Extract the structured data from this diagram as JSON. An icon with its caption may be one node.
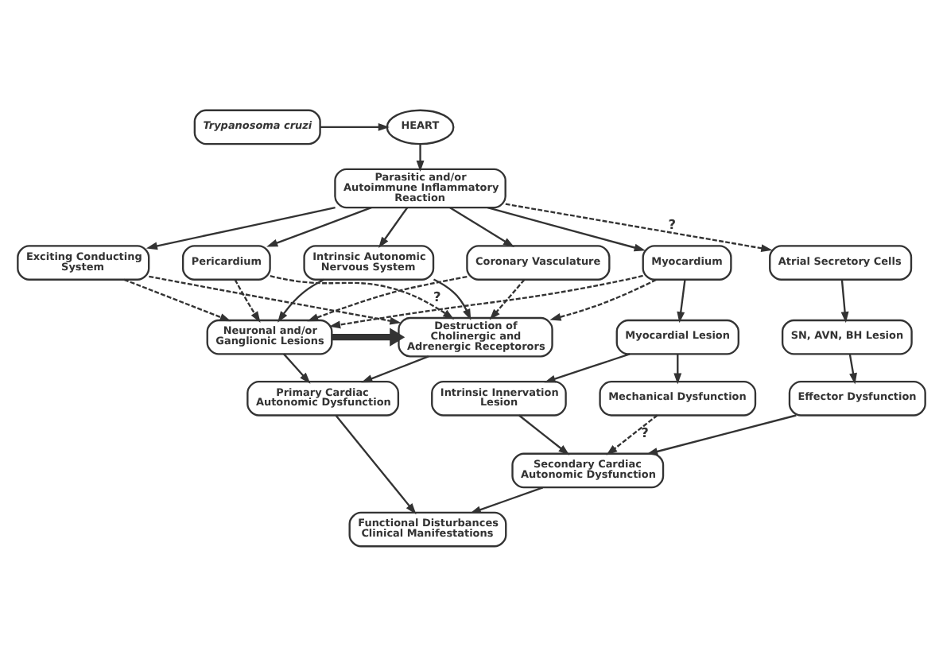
{
  "diagram": {
    "nodes": [
      {
        "text": [
          "Trypanosoma cruzi"
        ]
      },
      {
        "text": [
          "HEART"
        ]
      },
      {
        "text": [
          "Parasitic and/or Autoimmune Inflammatory Reaction"
        ]
      },
      {
        "text": [
          "Intrinsic Autonomic Nervous System"
        ]
      },
      {
        "text": [
          "Exciting Conducting System"
        ]
      },
      {
        "text": [
          "Coronary Vasculature"
        ]
      },
      {
        "text": [
          "Pericardium"
        ]
      },
      {
        "text": [
          "Myocardium"
        ]
      },
      {
        "text": [
          "Atrial Secretory Cells"
        ]
      },
      {
        "text": [
          "Neuronal and/or Ganglionic Lesions"
        ]
      },
      {
        "text": [
          "Destruction of Cholinergic and Adrenergic Receptorors"
        ]
      },
      {
        "text": [
          "Myocardial Lesion"
        ]
      },
      {
        "text": [
          "SN, AVN, BH Lesion"
        ]
      },
      {
        "text": [
          "Intrinsic Innervation Lesion"
        ]
      },
      {
        "text": [
          "Mechanical Dysfunction"
        ]
      },
      {
        "text": [
          "Effector Dysfunction"
        ]
      },
      {
        "text": [
          "Primary Cardiac Autonomic Dysfunction"
        ]
      },
      {
        "text": [
          "Secondary Cardiac Autonomic Dysfunction"
        ]
      },
      {
        "text": [
          "Functional Disturbances Clinical Manifestations"
        ]
      }
    ],
    "edges": [
      {
        "from": 0,
        "to": 1,
        "arrow": "to"
      },
      {
        "from": 1,
        "to": 2,
        "arrow": "to"
      },
      {
        "from": 2,
        "to": 3,
        "arrow": "to"
      },
      {
        "from": 2,
        "to": 4,
        "arrow": "to"
      },
      {
        "from": 2,
        "to": 5,
        "arrow": "to"
      },
      {
        "from": 2,
        "to": 6,
        "arrow": "to"
      },
      {
        "from": 2,
        "to": 7,
        "arrow": "to"
      },
      {
        "from": 2,
        "to": 8,
        "arrow": "to",
        "style": "dashed",
        "label": "?"
      },
      {
        "from": 3,
        "to": 9,
        "arrow": "to"
      },
      {
        "from": 3,
        "to": 10,
        "arrow": "to"
      },
      {
        "from": 4,
        "to": 9,
        "arrow": "to",
        "style": "dashed"
      },
      {
        "from": 4,
        "to": 10,
        "arrow": "to",
        "style": "dashed"
      },
      {
        "from": 5,
        "to": 9,
        "arrow": "to",
        "style": "dashed"
      },
      {
        "from": 5,
        "to": 10,
        "arrow": "to",
        "style": "dashed"
      },
      {
        "from": 6,
        "to": 9,
        "arrow": "to",
        "style": "dashed"
      },
      {
        "from": 6,
        "to": 10,
        "arrow": "to",
        "style": "dashed",
        "label": "?"
      },
      {
        "from": 7,
        "to": 9,
        "arrow": "to",
        "style": "dashed"
      },
      {
        "from": 7,
        "to": 10,
        "arrow": "to",
        "style": "dashed"
      },
      {
        "from": 7,
        "to": 11,
        "arrow": "to"
      },
      {
        "from": 8,
        "to": 12,
        "arrow": "to"
      },
      {
        "from": 9,
        "to": 10,
        "arrow": "to",
        "style": "thick"
      },
      {
        "from": 11,
        "to": 13,
        "arrow": "to"
      },
      {
        "from": 11,
        "to": 14,
        "arrow": "to"
      },
      {
        "from": 12,
        "to": 15,
        "arrow": "to"
      },
      {
        "from": 9,
        "to": 16,
        "arrow": "to"
      },
      {
        "from": 10,
        "to": 16,
        "arrow": "to"
      },
      {
        "from": 13,
        "to": 17,
        "arrow": "to"
      },
      {
        "from": 14,
        "to": 17,
        "arrow": "to",
        "style": "dashed",
        "label": "?"
      },
      {
        "from": 15,
        "to": 17,
        "arrow": "to"
      },
      {
        "from": 16,
        "to": 18,
        "arrow": "to"
      },
      {
        "from": 17,
        "to": 18,
        "arrow": "to"
      }
    ]
  }
}
